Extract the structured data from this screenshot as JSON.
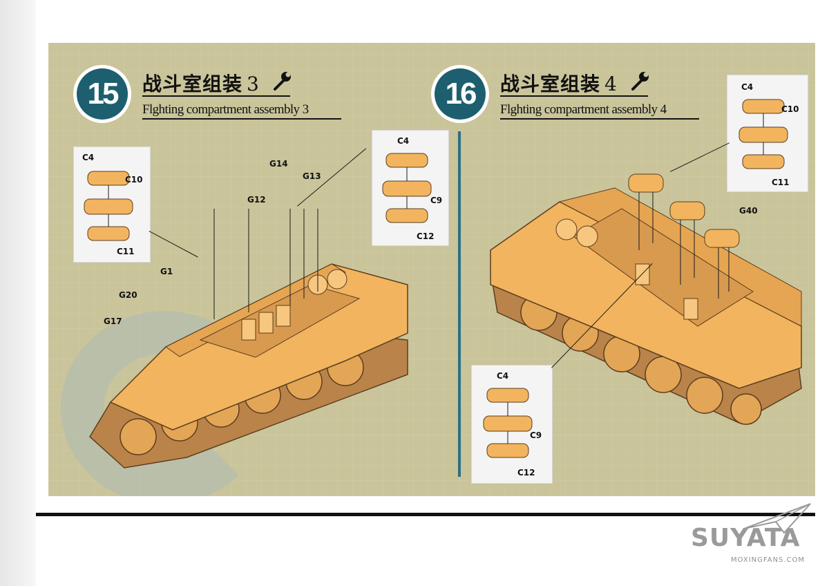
{
  "steps": [
    {
      "number": "15",
      "title_cn": "战斗室组装",
      "title_num": "3",
      "title_en": "Flghting compartment assembly 3"
    },
    {
      "number": "16",
      "title_cn": "战斗室组装",
      "title_num": "4",
      "title_en": "Flghting compartment assembly 4"
    }
  ],
  "step15_labels": {
    "callout_left": [
      "C4",
      "C10",
      "C11"
    ],
    "callout_right": [
      "C4",
      "C9",
      "C12"
    ],
    "parts": [
      "G14",
      "G13",
      "G12",
      "G1",
      "G20",
      "G17"
    ]
  },
  "step16_labels": {
    "callout_top": [
      "C4",
      "C10",
      "C11"
    ],
    "callout_bottom": [
      "C4",
      "C9",
      "C12"
    ],
    "parts": [
      "G40"
    ]
  },
  "logo": {
    "text": "SUYATA",
    "sub": "MOXINGFANS.COM"
  },
  "colors": {
    "accent": "#1d5f6f",
    "vehicle": "#f2b45e",
    "background": "#c9c49a"
  }
}
